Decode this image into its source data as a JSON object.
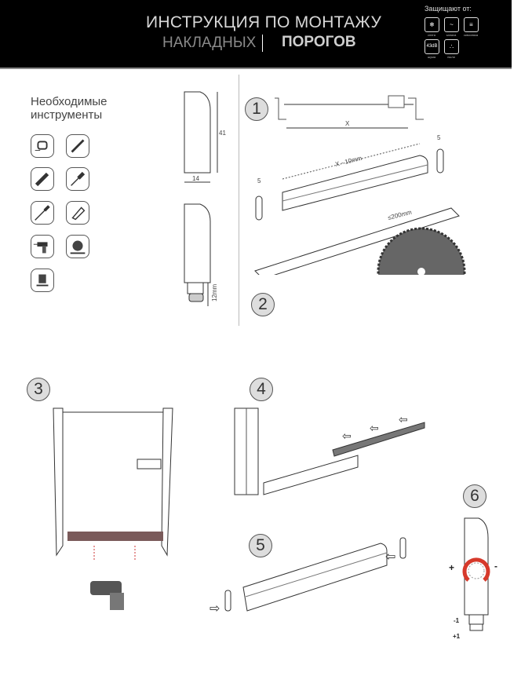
{
  "header": {
    "title_line1": "ИНСТРУКЦИЯ ПО МОНТАЖУ",
    "title_line2a": "НАКЛАДНЫХ",
    "title_line2b": "ПОРОГОВ",
    "protects_title": "Защищают от:",
    "protects": [
      {
        "icon": "snow-icon",
        "glyph": "❄",
        "label": "снега"
      },
      {
        "icon": "smell-icon",
        "glyph": "~",
        "label": "запаха"
      },
      {
        "icon": "draft-icon",
        "glyph": "≡",
        "label": "сквозняка"
      },
      {
        "icon": "noise-icon",
        "glyph": "43dB",
        "label": "шума"
      },
      {
        "icon": "dust-icon",
        "glyph": "∴",
        "label": "пыли"
      }
    ]
  },
  "tools": {
    "title_line1": "Необходимые",
    "title_line2": "инструменты",
    "items": [
      "tape-measure-icon",
      "pencil-icon",
      "utility-knife-icon",
      "screwdriver-icon",
      "awl-icon",
      "hacksaw-icon",
      "drill-icon",
      "miter-saw-icon",
      "router-icon"
    ]
  },
  "profile": {
    "height": "41",
    "width": "14",
    "seal": "12mm"
  },
  "steps": {
    "s1": "1",
    "s2": "2",
    "s3": "3",
    "s4": "4",
    "s5": "5",
    "s6": "6",
    "x_label": "X",
    "cut_label": "X - 10mm",
    "gap_label": "5",
    "saw_label": "≤200mm",
    "plus": "+",
    "minus": "-",
    "adj_minus": "-1",
    "adj_plus": "+1"
  },
  "colors": {
    "accent": "#d6392b",
    "header_bg": "#000000",
    "threshold": "#7a5a5a"
  }
}
